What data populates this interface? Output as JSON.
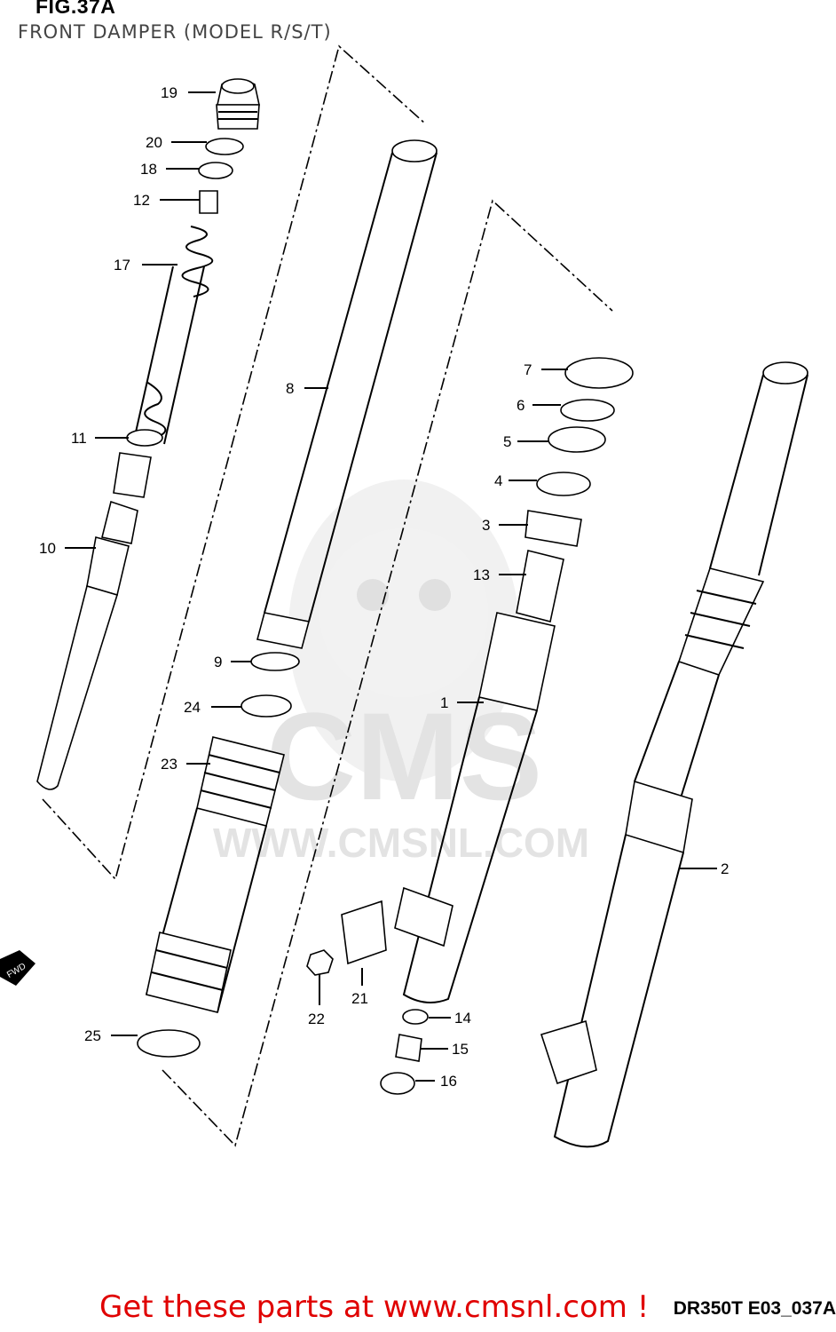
{
  "header": {
    "figure_number": "FIG.37A",
    "subtitle": "FRONT DAMPER (MODEL R/S/T)"
  },
  "watermark": {
    "brand": "CMS",
    "url": "WWW.CMSNL.COM"
  },
  "direction_marker": "FWD",
  "part_labels": [
    "1",
    "2",
    "3",
    "4",
    "5",
    "6",
    "7",
    "8",
    "9",
    "10",
    "11",
    "12",
    "13",
    "14",
    "15",
    "16",
    "17",
    "18",
    "19",
    "20",
    "21",
    "22",
    "23",
    "24",
    "25"
  ],
  "footer": {
    "link_text": "Get these parts at www.cmsnl.com !",
    "drawing_code": "DR350T E03_037A"
  },
  "colors": {
    "link": "#e00000",
    "lines": "#000000",
    "watermark": "#e3e3e3"
  }
}
